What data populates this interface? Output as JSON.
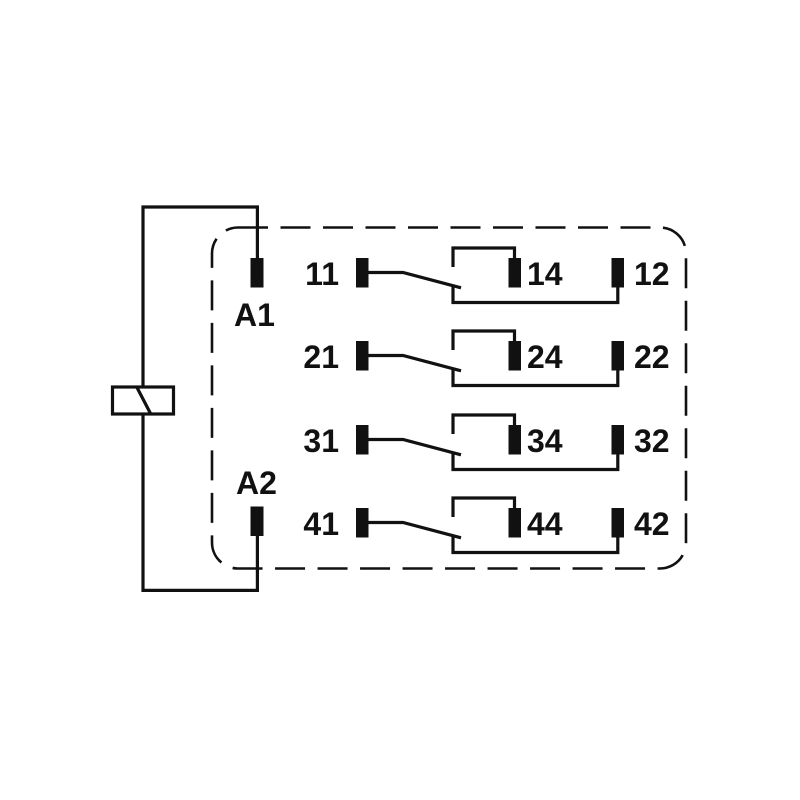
{
  "diagram": {
    "coil_terminals": {
      "a1": "A1",
      "a2": "A2"
    },
    "contacts": [
      {
        "pole": "11",
        "no": "14",
        "nc": "12"
      },
      {
        "pole": "21",
        "no": "24",
        "nc": "22"
      },
      {
        "pole": "31",
        "no": "34",
        "nc": "32"
      },
      {
        "pole": "41",
        "no": "44",
        "nc": "42"
      }
    ],
    "colors": {
      "line": "#111111",
      "terminal_fill": "#111111",
      "background": "#ffffff"
    }
  }
}
